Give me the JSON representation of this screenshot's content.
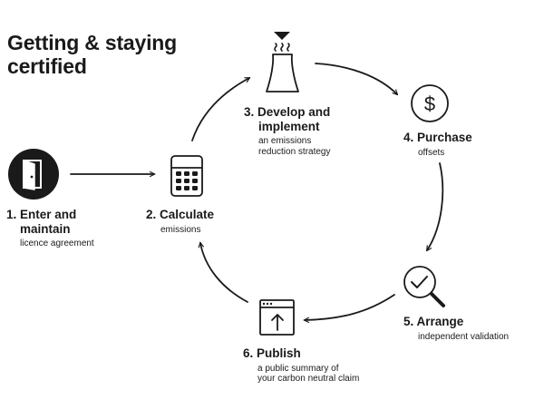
{
  "title": {
    "line1": "Getting & staying",
    "line2": "certified"
  },
  "steps": [
    {
      "number": "1.",
      "label_line1": "Enter and",
      "label_line2": "maintain",
      "desc_line1": "licence agreement",
      "desc_line2": "",
      "icon": "door-icon"
    },
    {
      "number": "2.",
      "label_line1": "Calculate",
      "label_line2": "",
      "desc_line1": "emissions",
      "desc_line2": "",
      "icon": "calculator-icon"
    },
    {
      "number": "3.",
      "label_line1": "Develop and",
      "label_line2": "implement",
      "desc_line1": "an emissions",
      "desc_line2": "reduction strategy",
      "icon": "factory-chimney-icon"
    },
    {
      "number": "4.",
      "label_line1": "Purchase",
      "label_line2": "",
      "desc_line1": "offsets",
      "desc_line2": "",
      "icon": "dollar-coin-icon"
    },
    {
      "number": "5.",
      "label_line1": "Arrange",
      "label_line2": "",
      "desc_line1": "independent validation",
      "desc_line2": "",
      "icon": "magnifier-check-icon"
    },
    {
      "number": "6.",
      "label_line1": "Publish",
      "label_line2": "",
      "desc_line1": "a public summary of",
      "desc_line2": "your carbon neutral claim",
      "icon": "browser-upload-icon"
    }
  ],
  "colors": {
    "ink": "#1a1a1a",
    "background": "#ffffff"
  }
}
